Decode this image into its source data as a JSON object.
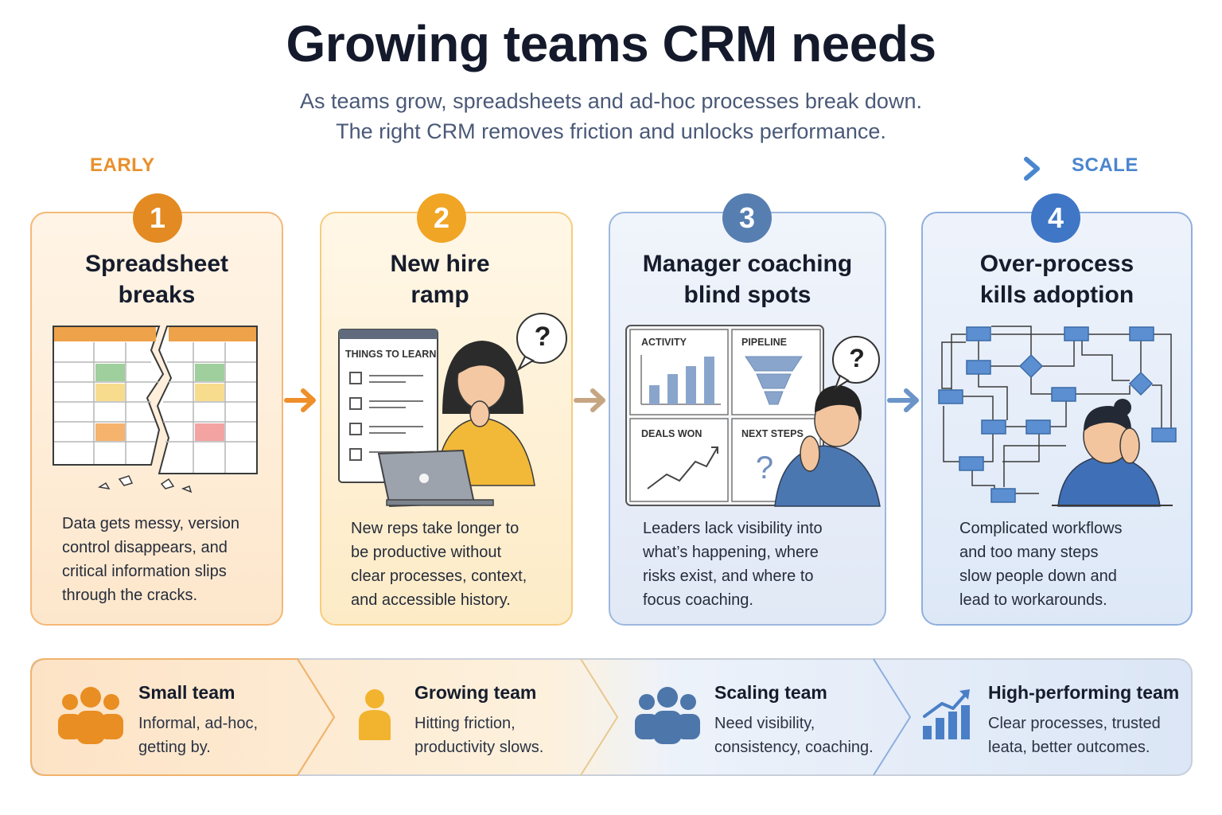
{
  "header": {
    "title": "Growing teams CRM needs",
    "subtitle_line1": "As teams grow, spreadsheets and ad-hoc processes break down.",
    "subtitle_line2": "The right CRM removes friction and unlocks performance."
  },
  "timeline": {
    "start_label": "EARLY",
    "end_label": "SCALE"
  },
  "colors": {
    "orange": "#e38a22",
    "amber": "#f0a524",
    "slate_blue": "#577eb0",
    "blue": "#3f76c6"
  },
  "cards": [
    {
      "number": "1",
      "title_line1": "Spreadsheet",
      "title_line2": "breaks",
      "desc": [
        "Data gets messy, version",
        "control disappears, and",
        "critical information slips",
        "through the cracks."
      ]
    },
    {
      "number": "2",
      "title_line1": "New hire",
      "title_line2": "ramp",
      "checklist_title": "THINGS TO LEARN",
      "bubble": "?",
      "desc": [
        "New reps take longer to",
        "be productive without",
        "clear processes, context,",
        "and accessible history."
      ]
    },
    {
      "number": "3",
      "title_line1": "Manager coaching",
      "title_line2": "blind spots",
      "dashboard": {
        "activity": "ACTIVITY",
        "pipeline": "PIPELINE",
        "deals_won": "DEALS WON",
        "next_steps": "NEXT STEPS"
      },
      "bubble": "?",
      "panel_mark": "?",
      "desc": [
        "Leaders lack visibility into",
        "what’s happening, where",
        "risks exist, and where to",
        "focus coaching."
      ]
    },
    {
      "number": "4",
      "title_line1": "Over-process",
      "title_line2": "kills adoption",
      "desc": [
        "Complicated workflows",
        "and too many steps",
        "slow people down and",
        "lead to workarounds."
      ]
    }
  ],
  "stages": [
    {
      "title": "Small team",
      "desc_line1": "Informal, ad-hoc,",
      "desc_line2": "getting by.",
      "icon": "group-icon"
    },
    {
      "title": "Growing team",
      "desc_line1": "Hitting friction,",
      "desc_line2": "productivity slows.",
      "icon": "person-icon"
    },
    {
      "title": "Scaling team",
      "desc_line1": "Need visibility,",
      "desc_line2": "consistency, coaching.",
      "icon": "group-icon"
    },
    {
      "title": "High-performing team",
      "desc_line1": "Clear processes, trusted",
      "desc_line2": "leata, better outcomes.",
      "icon": "growth-chart-icon"
    }
  ]
}
